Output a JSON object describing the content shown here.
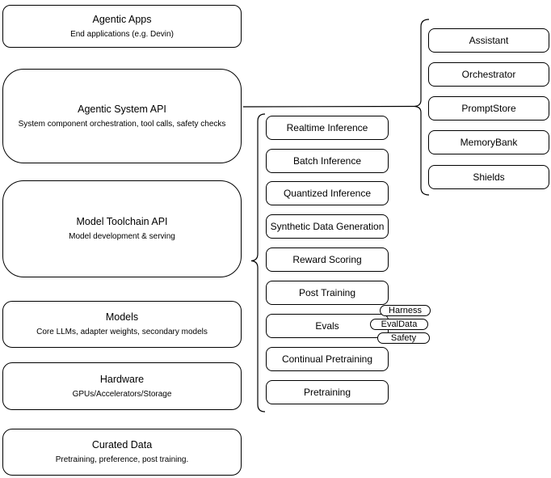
{
  "colors": {
    "background": "#ffffff",
    "border": "#000000",
    "text": "#000000"
  },
  "left_stack": [
    {
      "title": "Agentic Apps",
      "subtitle": "End applications (e.g. Devin)"
    },
    {
      "title": "Agentic System API",
      "subtitle": "System component orchestration, tool calls, safety checks"
    },
    {
      "title": "Model Toolchain API",
      "subtitle": "Model development & serving"
    },
    {
      "title": "Models",
      "subtitle": "Core LLMs, adapter weights, secondary models"
    },
    {
      "title": "Hardware",
      "subtitle": "GPUs/Accelerators/Storage"
    },
    {
      "title": "Curated Data",
      "subtitle": "Pretraining, preference, post training."
    }
  ],
  "toolchain_items": [
    "Realtime Inference",
    "Batch Inference",
    "Quantized Inference",
    "Synthetic Data Generation",
    "Reward Scoring",
    "Post Training",
    "Evals",
    "Continual Pretraining",
    "Pretraining"
  ],
  "eval_tags": [
    "Harness",
    "EvalData",
    "Safety"
  ],
  "system_components": [
    "Assistant",
    "Orchestrator",
    "PromptStore",
    "MemoryBank",
    "Shields"
  ]
}
